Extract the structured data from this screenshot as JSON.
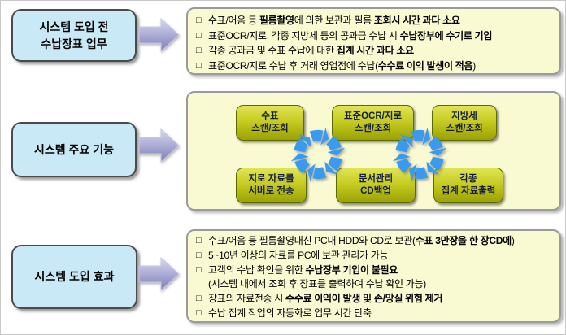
{
  "bullet_char": "□",
  "colors": {
    "label_box_fill": "#c9e9f7",
    "label_box_border": "#4a4a4a",
    "panel_fill": "#f9f9d2",
    "panel_border": "#9a9a9a",
    "func_box_top": "#e0e455",
    "func_box_bottom": "#9aa103",
    "func_box_border": "#5c6b00",
    "func_box_text": "#141e3c",
    "arrow_gradient_top": "#d9d9f1",
    "arrow_gradient_bottom": "#7e7eb8",
    "cycle_blue": "#3a9af0"
  },
  "sections": [
    {
      "label_lines": [
        "시스템 도입 전",
        "수납장표 업무"
      ],
      "items": [
        {
          "bullet": true,
          "indent": false,
          "segments": [
            {
              "t": "수표/어음 등 ",
              "b": false
            },
            {
              "t": "필름촬영",
              "b": true
            },
            {
              "t": "에 의한 보관과 필름 ",
              "b": false
            },
            {
              "t": "조회시 시간 과다 소요",
              "b": true
            }
          ]
        },
        {
          "bullet": true,
          "indent": false,
          "segments": [
            {
              "t": "표준OCR/지로, 각종 지방세 등의 공과금 수납 시 ",
              "b": false
            },
            {
              "t": "수납장부에 수기로 기입",
              "b": true
            }
          ]
        },
        {
          "bullet": true,
          "indent": false,
          "segments": [
            {
              "t": "각종 공과금 및 수표 수납에 대한 ",
              "b": false
            },
            {
              "t": "집계 시간 과다 소요",
              "b": true
            }
          ]
        },
        {
          "bullet": true,
          "indent": false,
          "segments": [
            {
              "t": "표준OCR/지로 수납 후 거래 영업점에 수납(",
              "b": false
            },
            {
              "t": "수수료 이익 발생이 적음",
              "b": true
            },
            {
              "t": ")",
              "b": false
            }
          ]
        }
      ]
    },
    {
      "label_lines": [
        "시스템 주요 기능"
      ],
      "boxes": [
        {
          "lines": [
            "수표",
            "스캔/조회"
          ]
        },
        {
          "lines": [
            "표준OCR/지로",
            "스캔/조회"
          ]
        },
        {
          "lines": [
            "지방세",
            "스캔/조회"
          ]
        },
        {
          "lines": [
            "지로 자료를",
            "서버로 전송"
          ]
        },
        {
          "lines": [
            "문서관리",
            "CD백업"
          ]
        },
        {
          "lines": [
            "각종",
            "집계 자료출력"
          ]
        }
      ],
      "icons": [
        "cycle-arrows-icon",
        "cycle-arrows-icon"
      ]
    },
    {
      "label_lines": [
        "시스템 도입 효과"
      ],
      "items": [
        {
          "bullet": true,
          "indent": false,
          "segments": [
            {
              "t": "수표/어음 등 필름촬영대신 PC내 HDD와 CD로 보관(",
              "b": false
            },
            {
              "t": "수표 3만장을 한 장CD에",
              "b": true
            },
            {
              "t": ")",
              "b": false
            }
          ]
        },
        {
          "bullet": true,
          "indent": false,
          "segments": [
            {
              "t": "5~10년 이상의 자료를 PC에 보관 관리가 가능",
              "b": false
            }
          ]
        },
        {
          "bullet": true,
          "indent": false,
          "segments": [
            {
              "t": "고객의 수납 확인을 위한 ",
              "b": false
            },
            {
              "t": "수납장부 기입이 불필요",
              "b": true
            }
          ]
        },
        {
          "bullet": false,
          "indent": true,
          "segments": [
            {
              "t": "(시스템 내에서 조회 후 장표를 출력하여 수납 확인 가능)",
              "b": false
            }
          ]
        },
        {
          "bullet": true,
          "indent": false,
          "segments": [
            {
              "t": "장표의 자료전송 시 ",
              "b": false
            },
            {
              "t": "수수료 이익이 발생 및 손/망실 위험 제거",
              "b": true
            }
          ]
        },
        {
          "bullet": true,
          "indent": false,
          "segments": [
            {
              "t": "수납 집계 작업의 자동화로 업무 시간 단축",
              "b": false
            }
          ]
        }
      ]
    }
  ]
}
